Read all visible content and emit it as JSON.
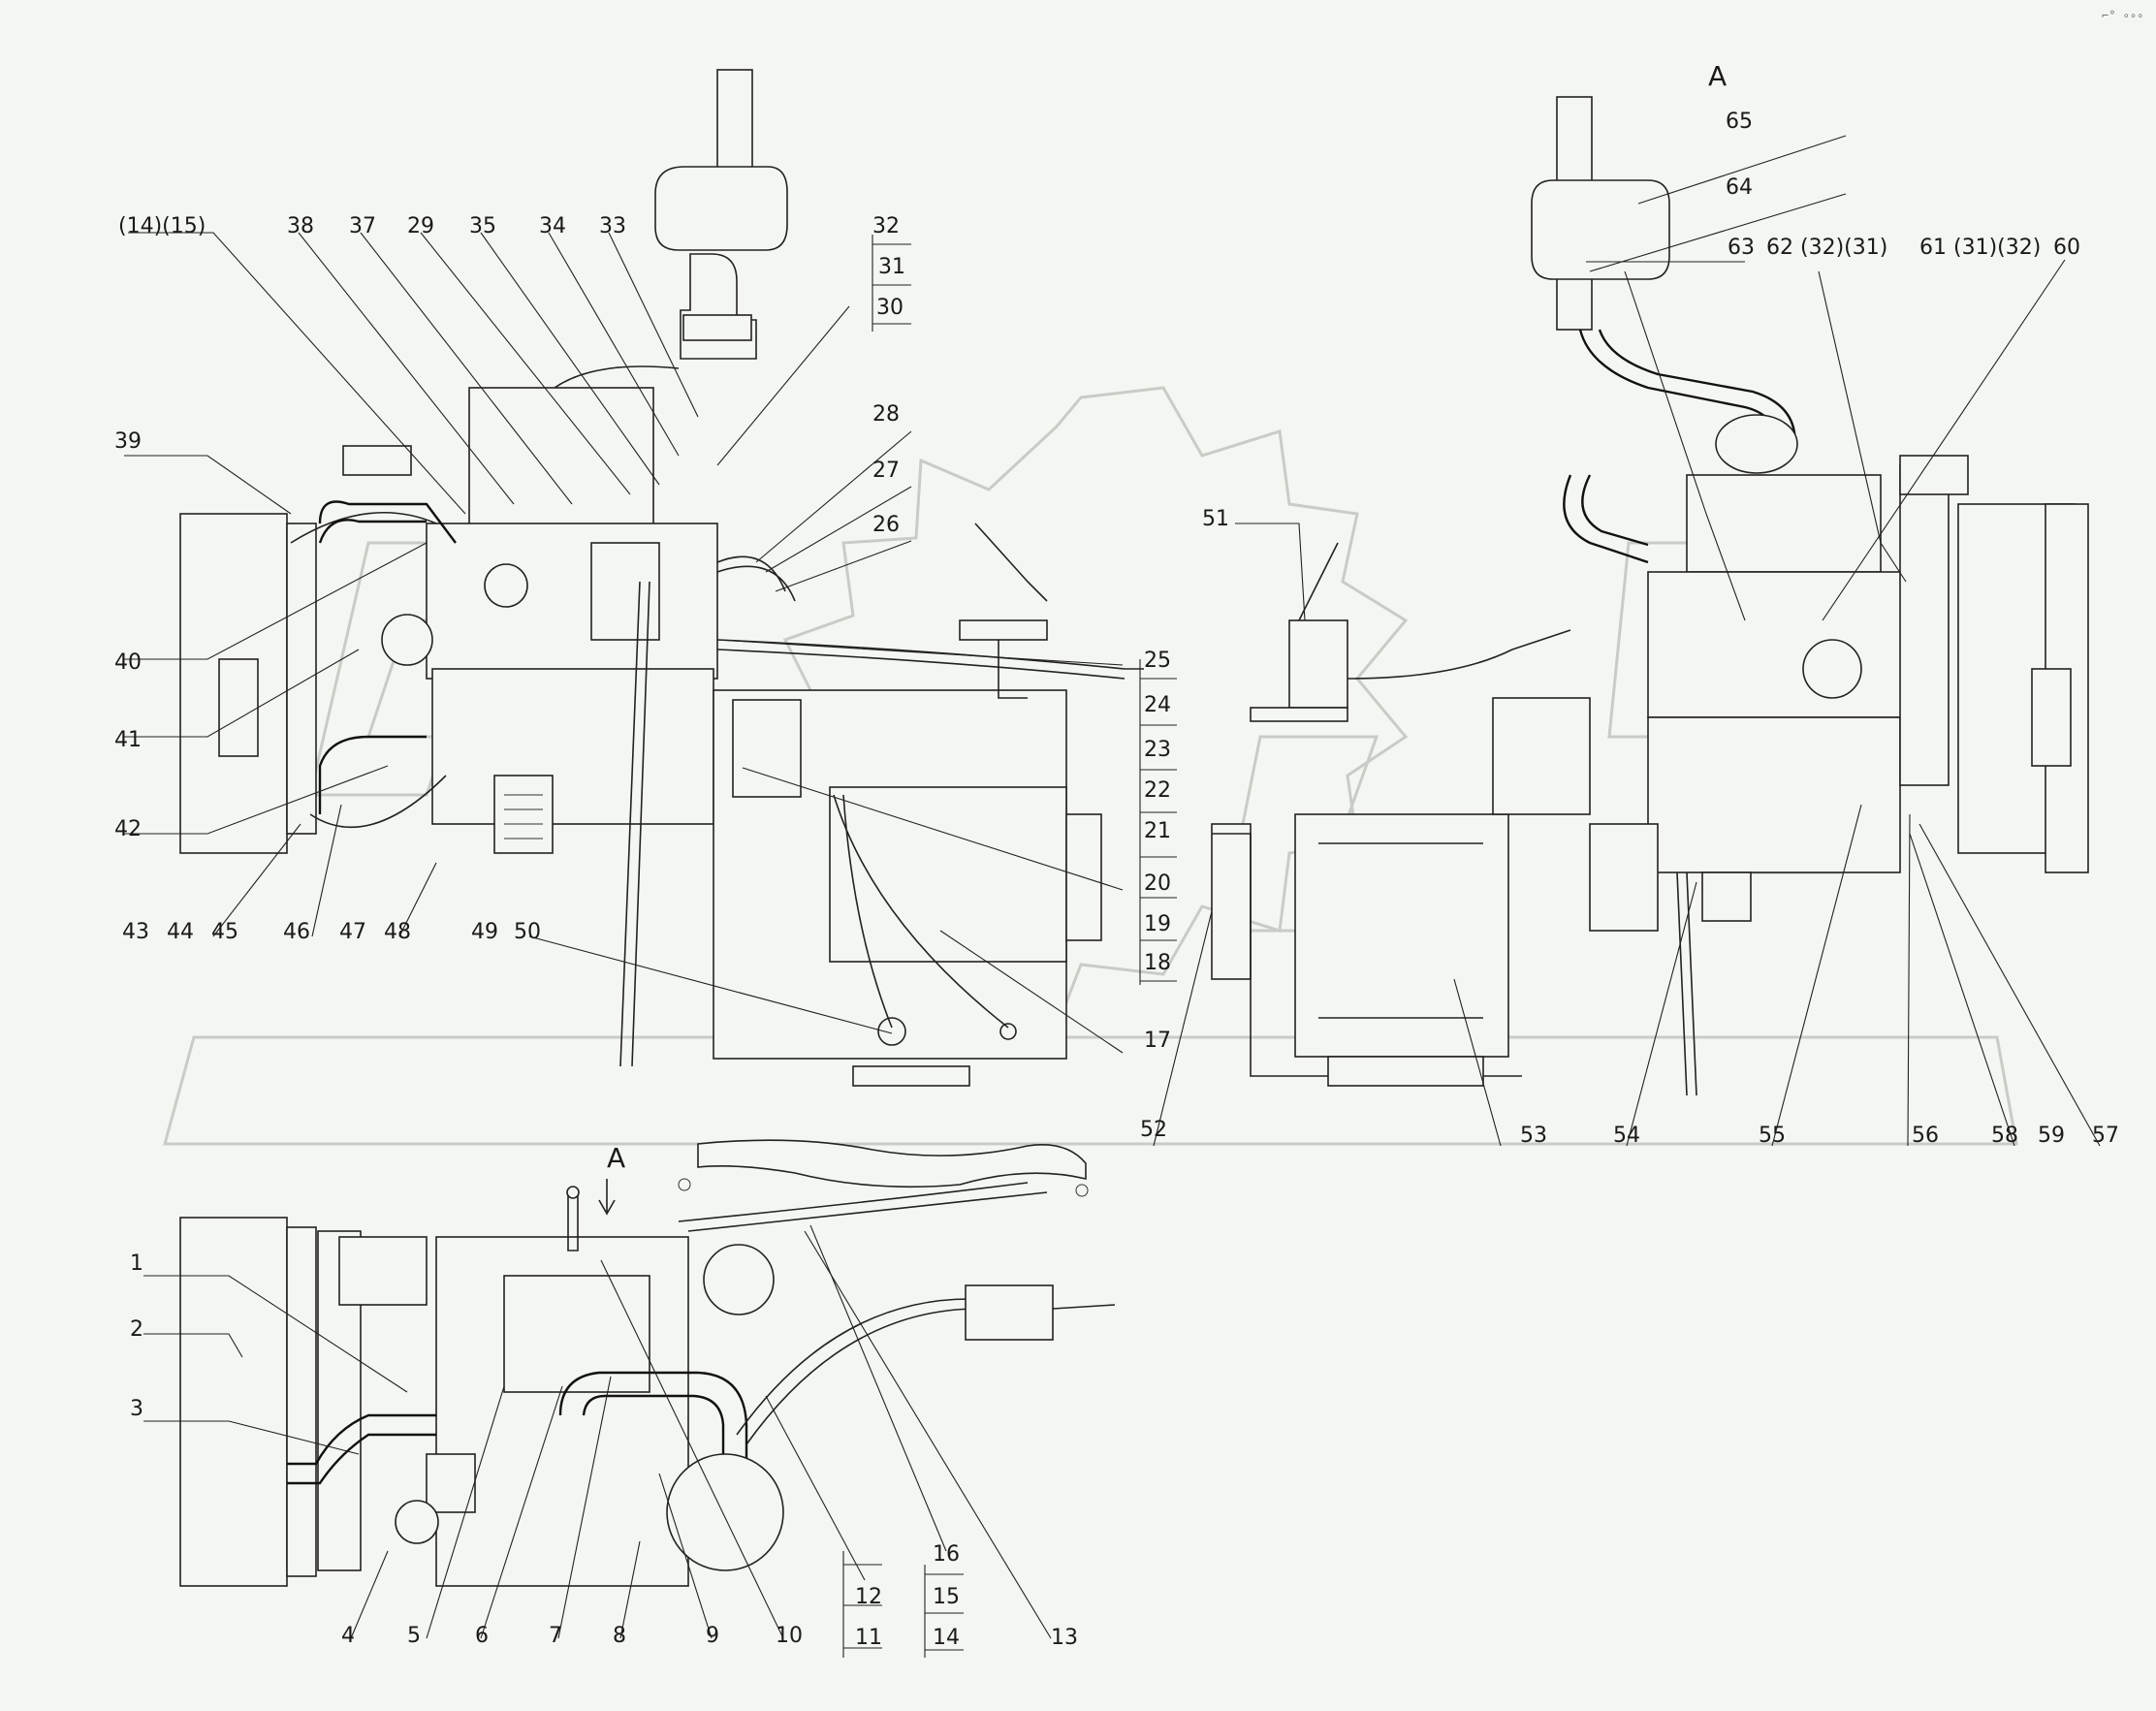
{
  "diagram": {
    "view_marker": "A",
    "corner_mark": "⌐° ∘∘∘",
    "callouts": {
      "c1": "1",
      "c2": "2",
      "c3": "3",
      "c4": "4",
      "c5": "5",
      "c6": "6",
      "c7": "7",
      "c8": "8",
      "c9": "9",
      "c10": "10",
      "c11": "11",
      "c12": "12",
      "c13": "13",
      "c14": "14",
      "c15": "15",
      "c16": "16",
      "c17": "17",
      "c18": "18",
      "c19": "19",
      "c20": "20",
      "c21": "21",
      "c22": "22",
      "c23": "23",
      "c24": "24",
      "c25": "25",
      "c26": "26",
      "c27": "27",
      "c28": "28",
      "c29": "29",
      "c30": "30",
      "c31": "31",
      "c32": "32",
      "c33": "33",
      "c34": "34",
      "c35": "35",
      "c37": "37",
      "c38": "38",
      "c39": "39",
      "c40": "40",
      "c41": "41",
      "c42": "42",
      "c43": "43",
      "c44": "44",
      "c45": "45",
      "c46": "46",
      "c47": "47",
      "c48": "48",
      "c49": "49",
      "c50": "50",
      "c51": "51",
      "c52": "52",
      "c53": "53",
      "c54": "54",
      "c55": "55",
      "c56": "56",
      "c57": "57",
      "c58": "58",
      "c59": "59",
      "c60": "60",
      "c61": "61 (31)(32)",
      "c62": "62 (32)(31)",
      "c63": "63",
      "c64": "64",
      "c65": "65",
      "c1415": "(14)(15)"
    }
  }
}
